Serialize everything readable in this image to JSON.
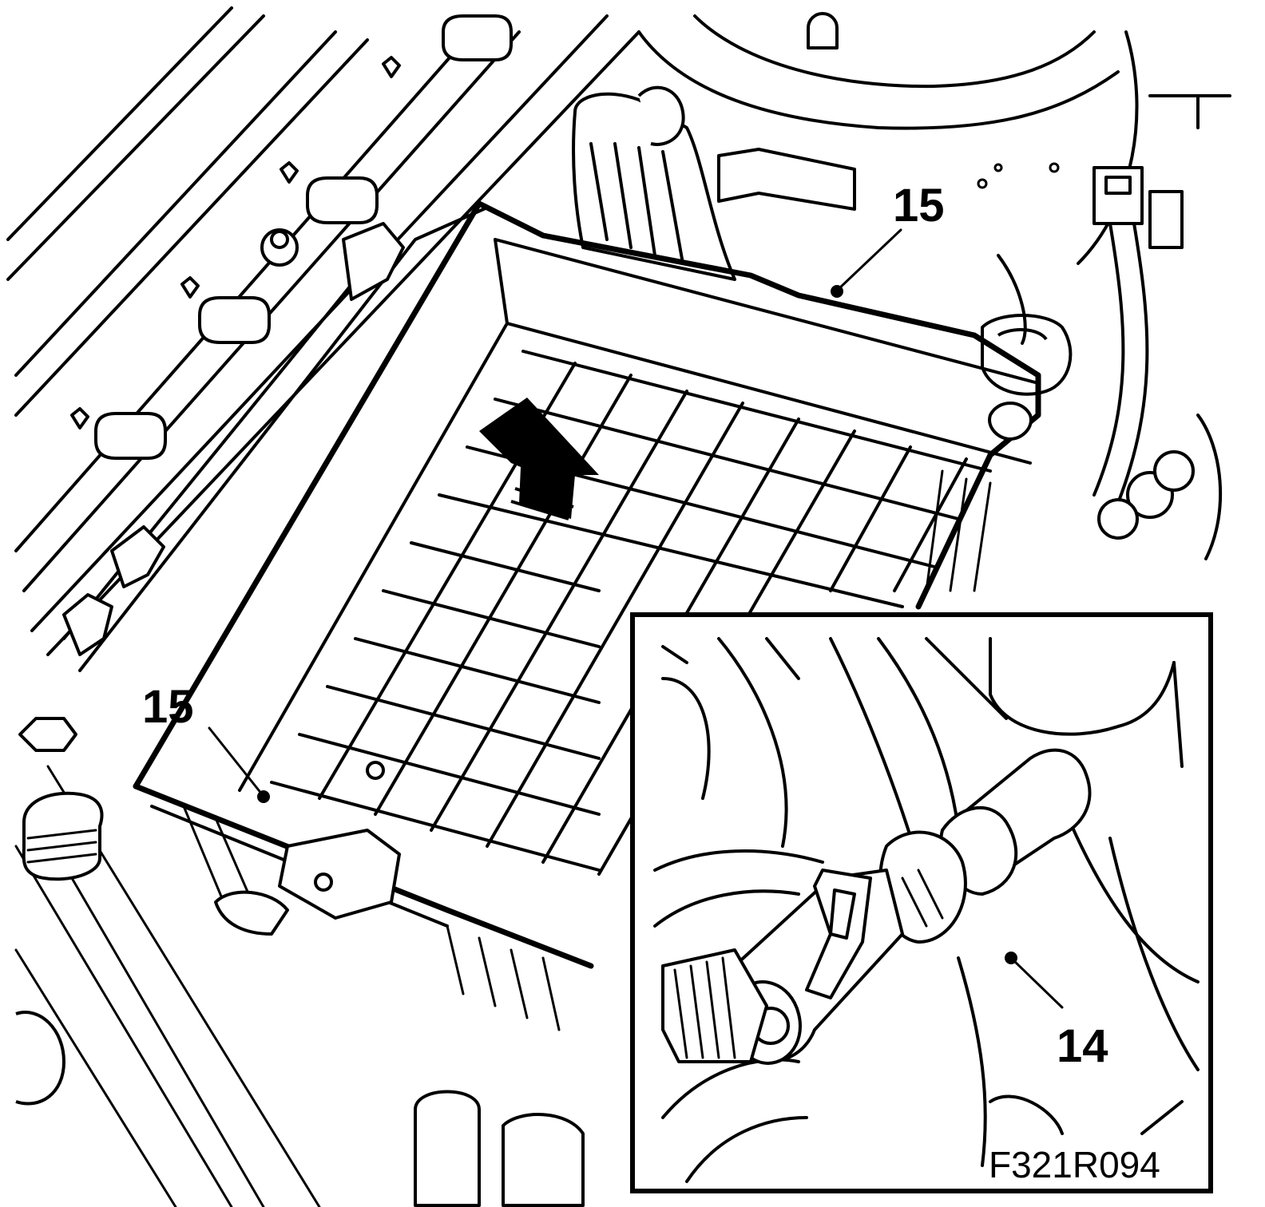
{
  "labels": {
    "callout_top": "15",
    "callout_left": "15",
    "callout_inset": "14"
  },
  "figure_code": "F321R094",
  "icons": [
    "up-arrow-icon"
  ],
  "colors": {
    "ink": "#000000",
    "paper": "#ffffff"
  }
}
